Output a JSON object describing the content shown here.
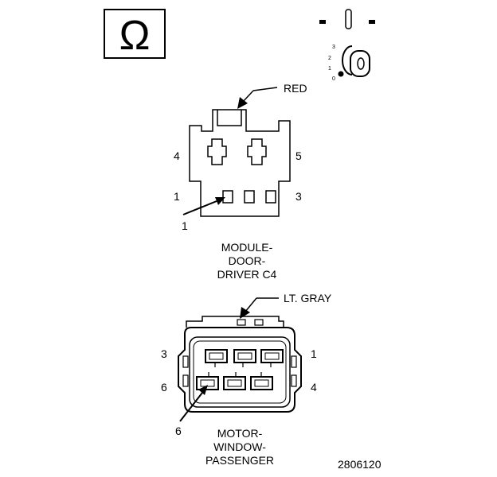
{
  "ohm_symbol": "Ω",
  "ignition_icon": {
    "positions": [
      "3",
      "2",
      "1",
      "0"
    ]
  },
  "connector_c4": {
    "color_label": "RED",
    "pin_labels": {
      "p4": "4",
      "p5": "5",
      "p1": "1",
      "p3": "3"
    },
    "callout_pin": "1",
    "caption": [
      "MODULE-",
      "DOOR-",
      "DRIVER C4"
    ]
  },
  "connector_motor": {
    "color_label": "LT. GRAY",
    "pin_labels": {
      "p3": "3",
      "p1": "1",
      "p6": "6",
      "p4": "4"
    },
    "callout_pin": "6",
    "caption": [
      "MOTOR-",
      "WINDOW-",
      "PASSENGER"
    ]
  },
  "figure_number": "2806120",
  "colors": {
    "ink": "#000000",
    "paper": "#ffffff"
  }
}
